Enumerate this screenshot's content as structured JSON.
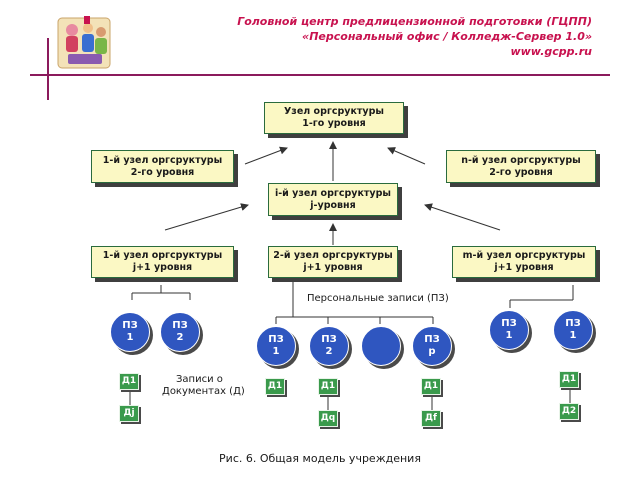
{
  "header": {
    "line1": "Головной центр предлицензионной подготовки (ГЦПП)",
    "line2": "«Персональный офис / Колледж-Сервер 1.0»",
    "line3": "www.gcpp.ru"
  },
  "nodes": {
    "top": [
      "Узел оргсруктуры",
      "1-го уровня"
    ],
    "l2_first": [
      "1-й узел оргсруктуры",
      "2-го уровня"
    ],
    "l2_n": [
      "n-й узел оргсруктуры",
      "2-го уровня"
    ],
    "lj_i": [
      "i-й узел оргсруктуры",
      "j-уровня"
    ],
    "lj1_first": [
      "1-й узел оргсруктуры",
      "j+1 уровня"
    ],
    "lj1_second": [
      "2-й узел оргсруктуры",
      "j+1 уровня"
    ],
    "lj1_m": [
      "m-й узел оргсруктуры",
      "j+1 уровня"
    ]
  },
  "labels": {
    "personal_records": "Персональные записи (ПЗ)",
    "doc_records_1": "Записи о",
    "doc_records_2": "Документах (Д)"
  },
  "circles": {
    "a1": [
      "ПЗ",
      "1"
    ],
    "a2": [
      "ПЗ",
      "2"
    ],
    "b1": [
      "ПЗ",
      "1"
    ],
    "b2": [
      "ПЗ",
      "2"
    ],
    "b3": [
      "",
      ""
    ],
    "bp": [
      "ПЗ",
      "p"
    ],
    "c1": [
      "ПЗ",
      "1"
    ],
    "c2": [
      "ПЗ",
      "1"
    ]
  },
  "docs": {
    "a_top": "Д1",
    "a_bottom": "Дj",
    "b1_top": "Д1",
    "b2_top": "Д1",
    "b2_bottom": "Дq",
    "bp_top": "Д1",
    "bp_bottom": "Дf",
    "c_top": "Д1",
    "c_bottom": "Д2"
  },
  "caption": "Рис. 6. Общая модель учреждения",
  "colors": {
    "header_text": "#c8124f",
    "box_fill": "#fbf8c4",
    "circle_fill": "#2f56c0",
    "doc_fill": "#3a9a4c",
    "frame_line": "#8b1a5c"
  }
}
